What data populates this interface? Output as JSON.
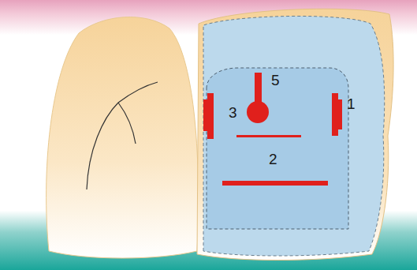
{
  "diagram": {
    "labels": [
      "5",
      "3",
      "1",
      "2"
    ]
  }
}
